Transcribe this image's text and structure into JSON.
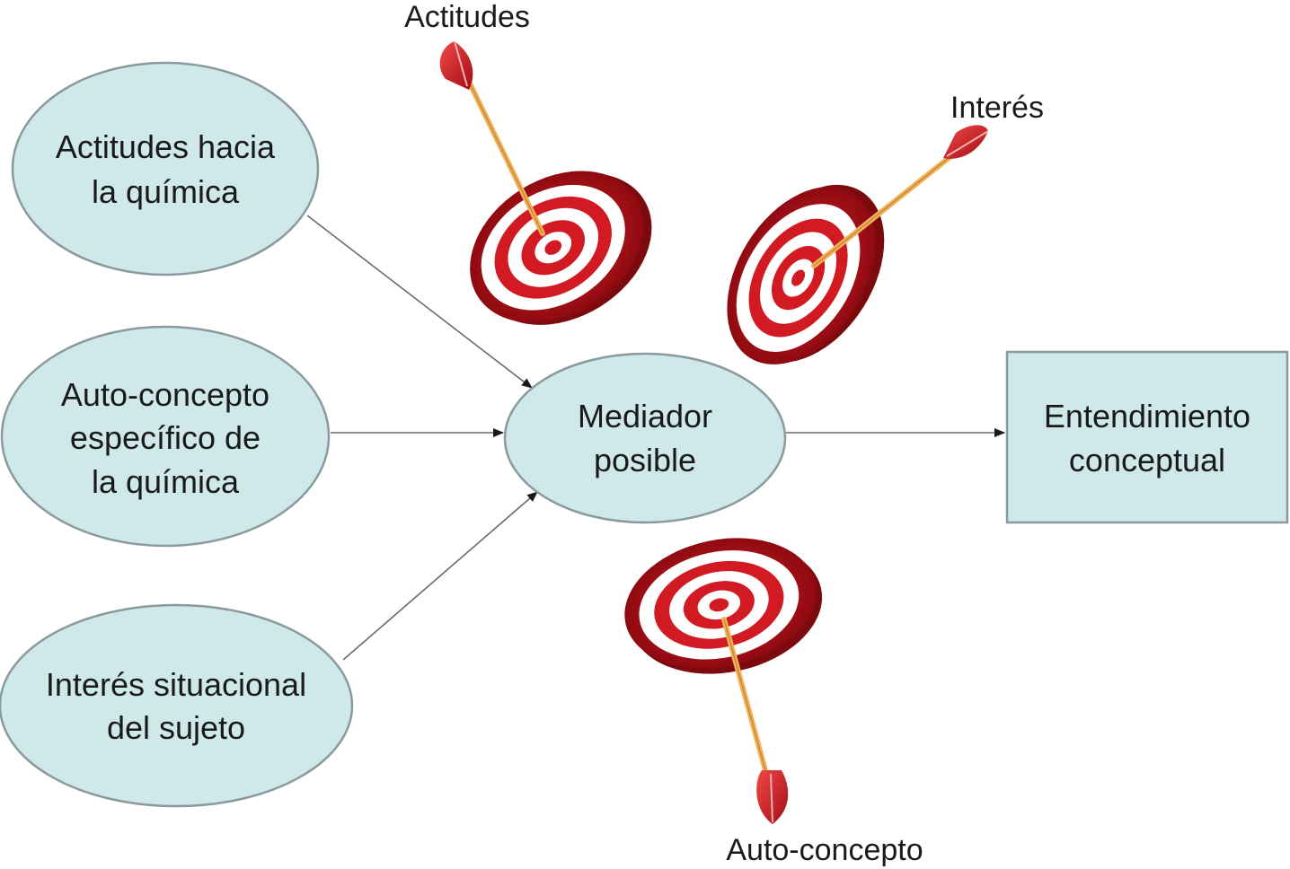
{
  "nodes": {
    "actitudes_quimica": {
      "line1": "Actitudes hacia",
      "line2": "la química"
    },
    "autoconcepto_quimica": {
      "line1": "Auto-concepto",
      "line2": "específico de",
      "line3": "la química"
    },
    "interes_situacional": {
      "line1": "Interés situacional",
      "line2": "del sujeto"
    },
    "mediador": {
      "line1": "Mediador",
      "line2": "posible"
    },
    "entendimiento": {
      "line1": "Entendimiento",
      "line2": "conceptual"
    }
  },
  "targets": {
    "actitudes": {
      "label": "Actitudes"
    },
    "interes": {
      "label": "Interés"
    },
    "autoconcepto": {
      "label": "Auto-concepto"
    }
  },
  "colors": {
    "node_fill": "#cfe9ea",
    "node_stroke": "#8a9a9c",
    "target_red": "#c8141c",
    "target_white": "#ffffff",
    "arrow_shaft": "#f2b25a",
    "fletching": "#d42a2a"
  }
}
